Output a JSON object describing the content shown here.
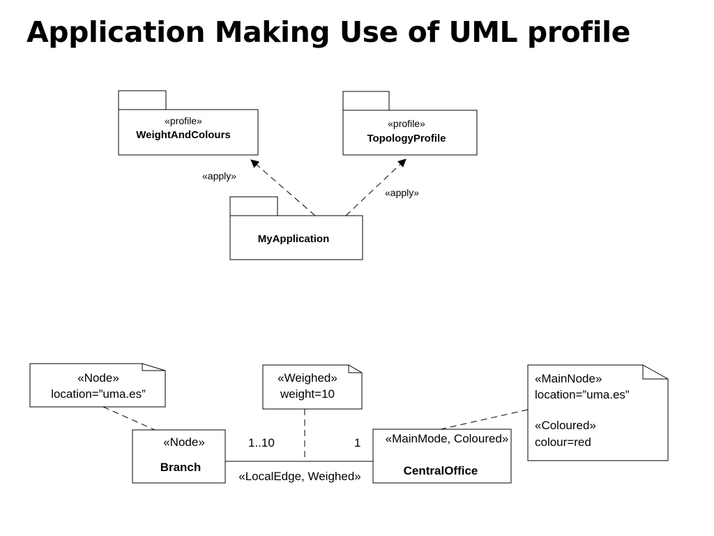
{
  "title": "Application Making Use of UML profile",
  "packages": {
    "weight_and_colours": {
      "stereotype": "«profile»",
      "name": "WeightAndColours"
    },
    "topology_profile": {
      "stereotype": "«profile»",
      "name": "TopologyProfile"
    },
    "my_application": {
      "name": "MyApplication"
    }
  },
  "apply_labels": {
    "left": "«apply»",
    "right": "«apply»"
  },
  "notes": {
    "node": {
      "line1": "«Node»",
      "line2": "location=”uma.es”"
    },
    "weighed": {
      "line1": "«Weighed»",
      "line2": "weight=10"
    },
    "main_node": {
      "line1": "«MainNode»",
      "line2": "location=”uma.es”",
      "line3": "«Coloured»",
      "line4": "colour=red"
    }
  },
  "classes": {
    "branch": {
      "stereotype": "«Node»",
      "name": "Branch"
    },
    "central_office": {
      "stereotype": "«MainMode, Coloured»",
      "name": "CentralOffice"
    }
  },
  "association": {
    "label": "«LocalEdge, Weighed»",
    "multiplicity_left": "1..10",
    "multiplicity_right": "1"
  }
}
